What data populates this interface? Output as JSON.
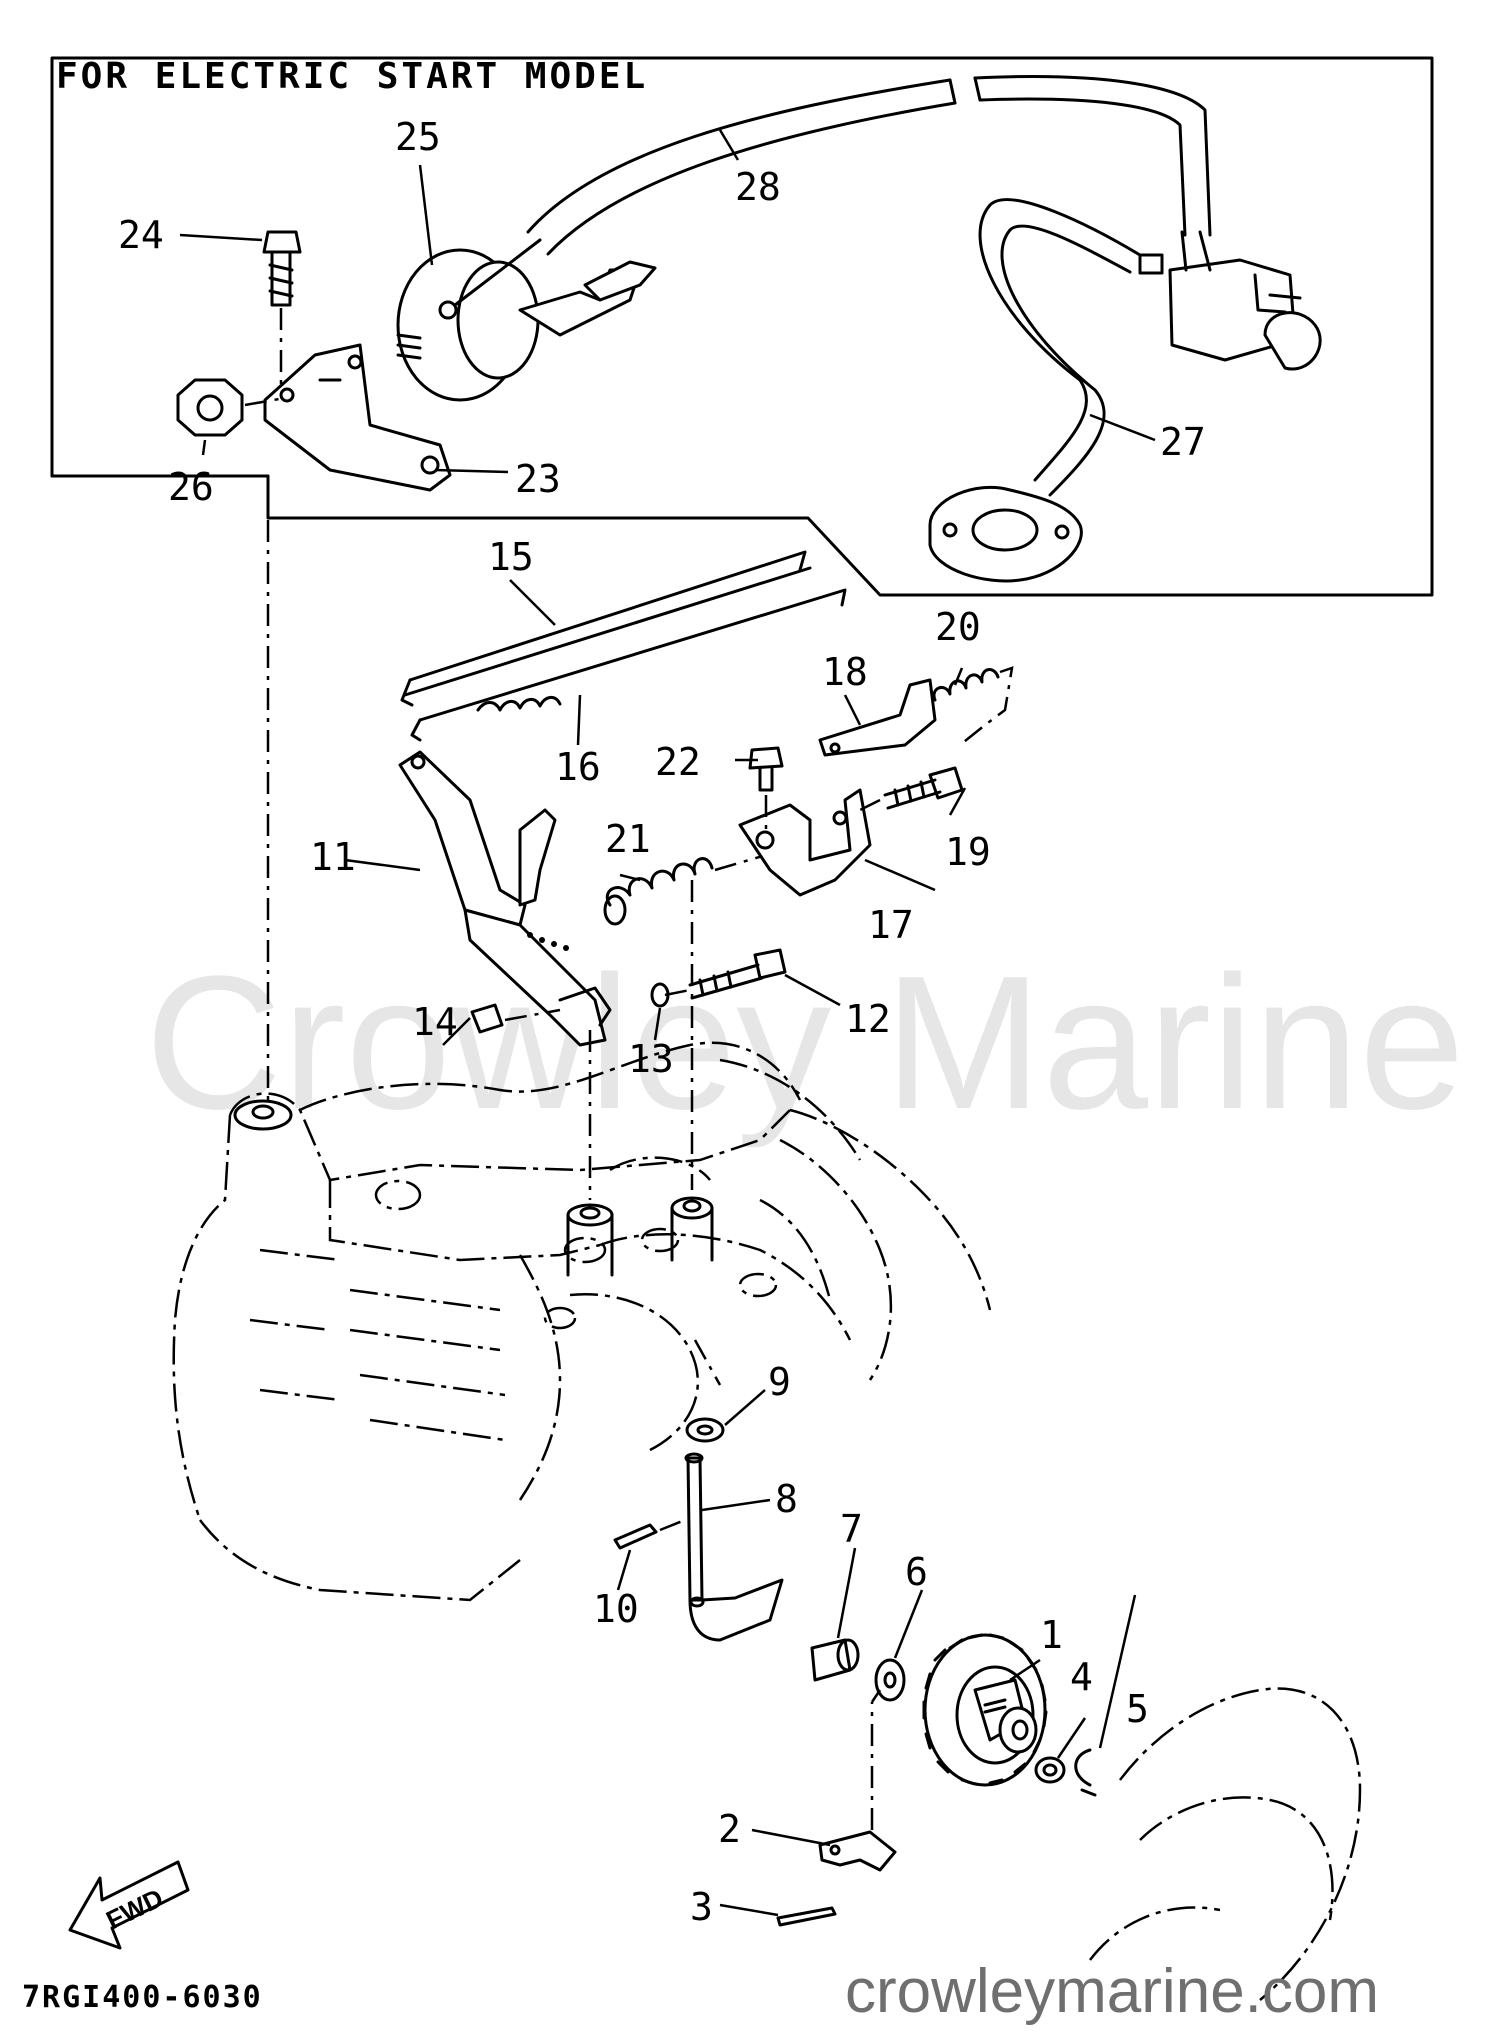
{
  "panel": {
    "title": "FOR ELECTRIC START MODEL"
  },
  "drawing_code": "7RGI400-6030",
  "direction_arrow": {
    "label": "FWD",
    "icon": "fwd-arrow-icon"
  },
  "watermark": {
    "text": "Crowley Marine",
    "url": "crowleymarine.com"
  },
  "callouts": [
    {
      "id": "1",
      "text": "1"
    },
    {
      "id": "2",
      "text": "2"
    },
    {
      "id": "3",
      "text": "3"
    },
    {
      "id": "4",
      "text": "4"
    },
    {
      "id": "5",
      "text": "5"
    },
    {
      "id": "6",
      "text": "6"
    },
    {
      "id": "7",
      "text": "7"
    },
    {
      "id": "8",
      "text": "8"
    },
    {
      "id": "9",
      "text": "9"
    },
    {
      "id": "10",
      "text": "10"
    },
    {
      "id": "11",
      "text": "11"
    },
    {
      "id": "12",
      "text": "12"
    },
    {
      "id": "13",
      "text": "13"
    },
    {
      "id": "14",
      "text": "14"
    },
    {
      "id": "15",
      "text": "15"
    },
    {
      "id": "16",
      "text": "16"
    },
    {
      "id": "17",
      "text": "17"
    },
    {
      "id": "18",
      "text": "18"
    },
    {
      "id": "19",
      "text": "19"
    },
    {
      "id": "20",
      "text": "20"
    },
    {
      "id": "21",
      "text": "21"
    },
    {
      "id": "22",
      "text": "22"
    },
    {
      "id": "23",
      "text": "23"
    },
    {
      "id": "24",
      "text": "24"
    },
    {
      "id": "25",
      "text": "25"
    },
    {
      "id": "26",
      "text": "26"
    },
    {
      "id": "27",
      "text": "27"
    },
    {
      "id": "28",
      "text": "28"
    }
  ]
}
